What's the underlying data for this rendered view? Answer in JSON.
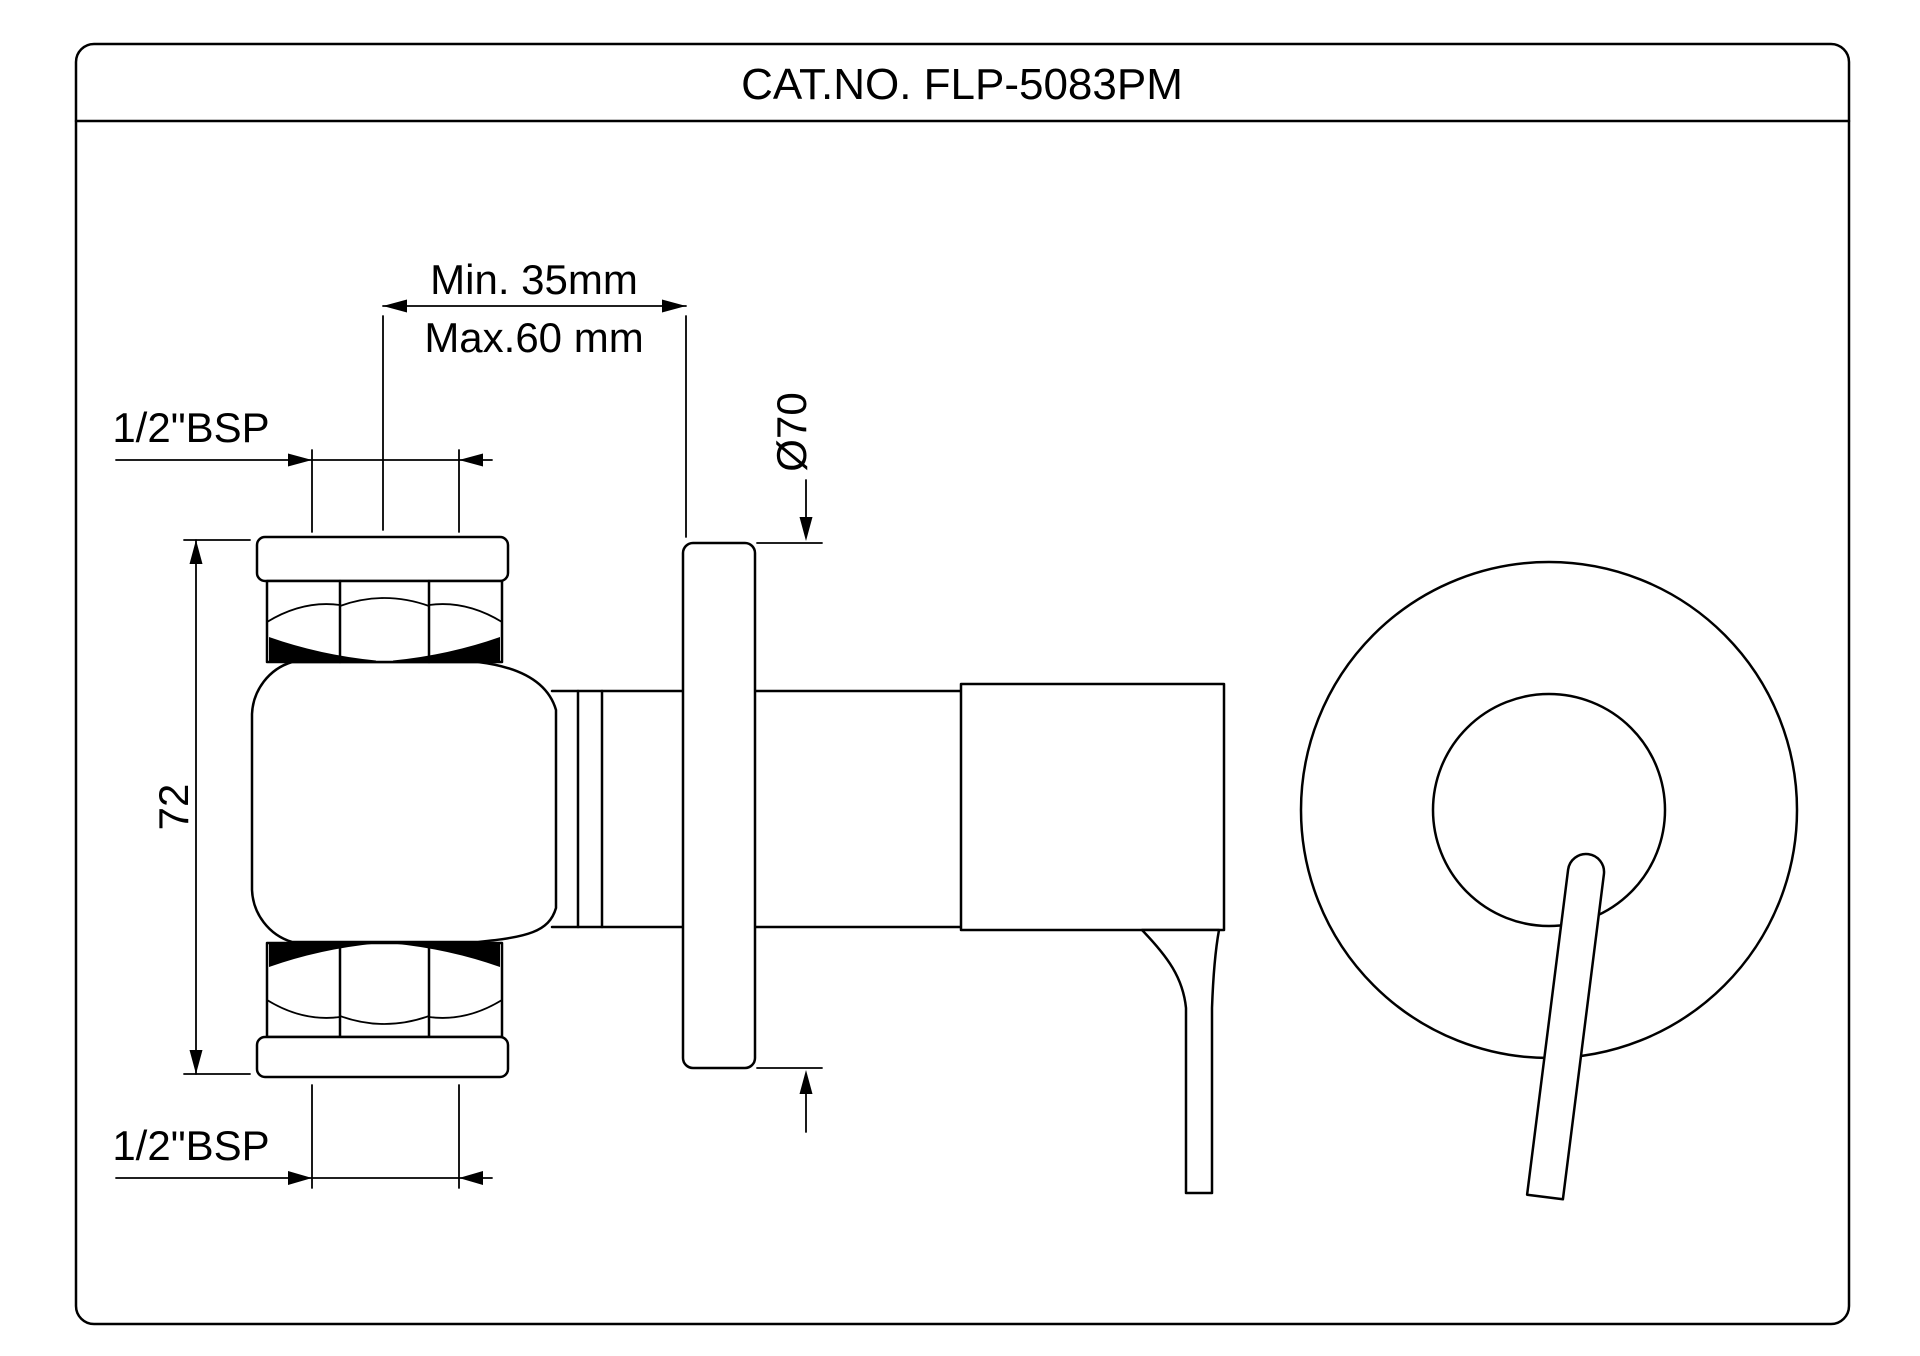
{
  "title": "CAT.NO. FLP-5083PM",
  "side_view": {
    "wall_depth_min": "Min. 35mm",
    "wall_depth_max": "Max.60 mm",
    "inlet_thread": "1/2\"BSP",
    "outlet_thread": "1/2\"BSP",
    "body_height_mm": "72",
    "flange_diameter": "Ø70"
  },
  "colors": {
    "line": "#000000",
    "background": "#ffffff"
  }
}
